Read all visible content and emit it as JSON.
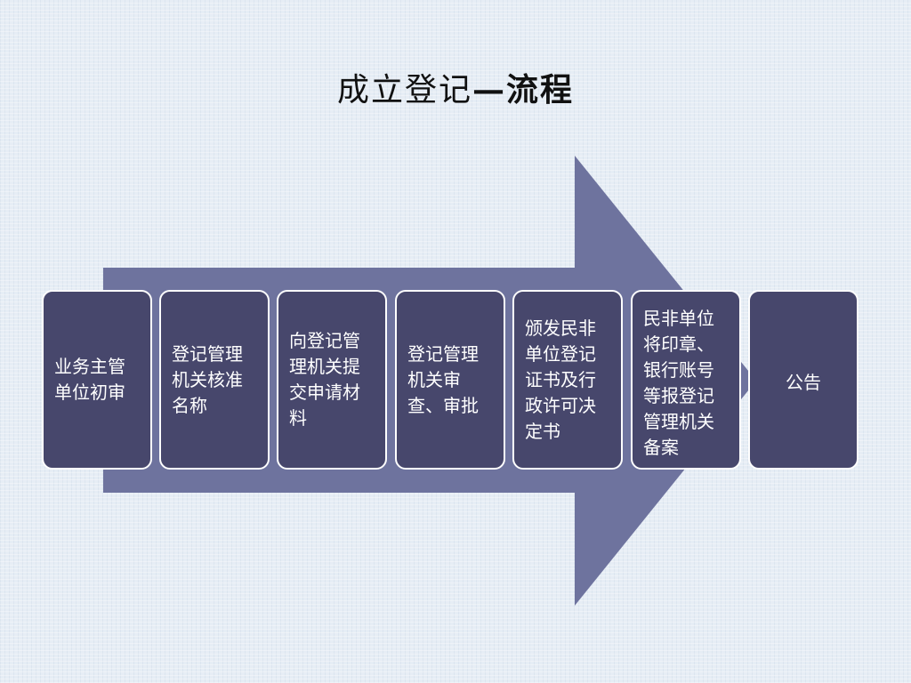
{
  "title": {
    "main": "成立登记",
    "strong": "—流程"
  },
  "colors": {
    "arrow": "#6e739e",
    "box": "#47476c",
    "box_border": "#ffffff",
    "text": "#ffffff",
    "background": "#e6edf5"
  },
  "steps": [
    {
      "label": "业务主管单位初审"
    },
    {
      "label": "登记管理机关核准名称"
    },
    {
      "label": "向登记管理机关提交申请材料"
    },
    {
      "label": "登记管理机关审查、审批"
    },
    {
      "label": "颁发民非单位登记证书及行政许可决定书"
    },
    {
      "label": "民非单位将印章、银行账号等报登记管理机关备案"
    },
    {
      "label": "公告"
    }
  ]
}
